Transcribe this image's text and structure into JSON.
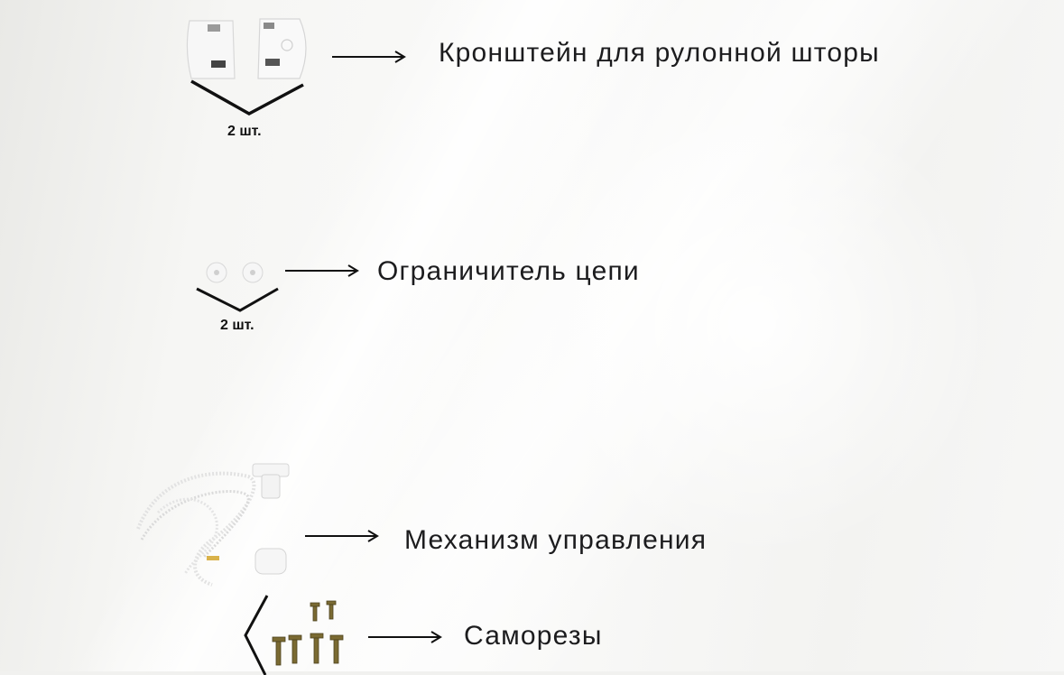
{
  "items": [
    {
      "label": "Кронштейн для рулонной шторы",
      "qty": "2 шт.",
      "icon": "bracket-icon"
    },
    {
      "label": "Ограничитель цепи",
      "qty": "2 шт.",
      "icon": "chain-stopper-icon"
    },
    {
      "label": "Механизм управления",
      "icon": "control-mechanism-icon"
    },
    {
      "label": "Саморезы",
      "icon": "screws-icon"
    }
  ],
  "colors": {
    "text": "#1c1c1e",
    "background": "#f4f4f2",
    "screw": "#7a6a32"
  }
}
